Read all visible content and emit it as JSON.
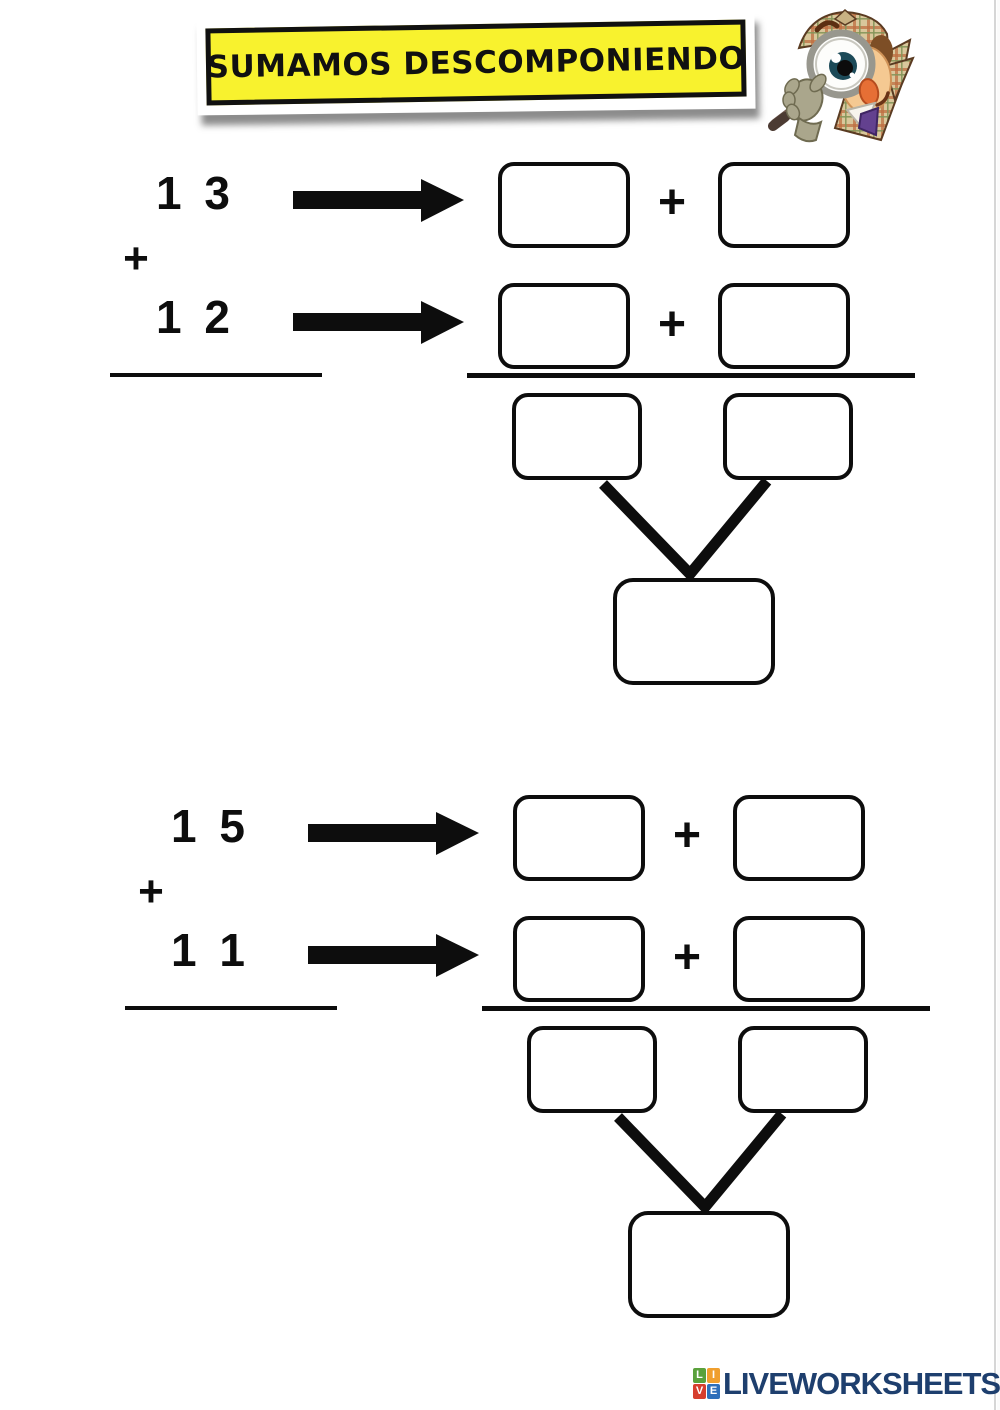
{
  "banner": {
    "title": "SUMAMOS DESCOMPONIENDO"
  },
  "header_icon": "detective-with-magnifying-glass",
  "problems": [
    {
      "addend_top": "1 3",
      "operator": "+",
      "addend_bottom": "1 2",
      "decompose_plus_top": "+",
      "decompose_plus_bottom": "+",
      "boxes": {
        "decompose_top": [
          "",
          ""
        ],
        "decompose_bottom": [
          "",
          ""
        ],
        "partial_sums": [
          "",
          ""
        ],
        "total": ""
      }
    },
    {
      "addend_top": "1 5",
      "operator": "+",
      "addend_bottom": "1 1",
      "decompose_plus_top": "+",
      "decompose_plus_bottom": "+",
      "boxes": {
        "decompose_top": [
          "",
          ""
        ],
        "decompose_bottom": [
          "",
          ""
        ],
        "partial_sums": [
          "",
          ""
        ],
        "total": ""
      }
    }
  ],
  "footer": {
    "brand": "LIVEWORKSHEETS",
    "logo_letters": [
      "L",
      "I",
      "V",
      "E"
    ]
  },
  "colors": {
    "banner_yellow": "#f8f22e",
    "ink_black": "#0d0d0d",
    "brand_navy": "#1e3f6e",
    "logo_green": "#5aa13c",
    "logo_orange": "#f09f2e",
    "logo_red": "#d63e2e",
    "logo_blue": "#2e6fba"
  }
}
